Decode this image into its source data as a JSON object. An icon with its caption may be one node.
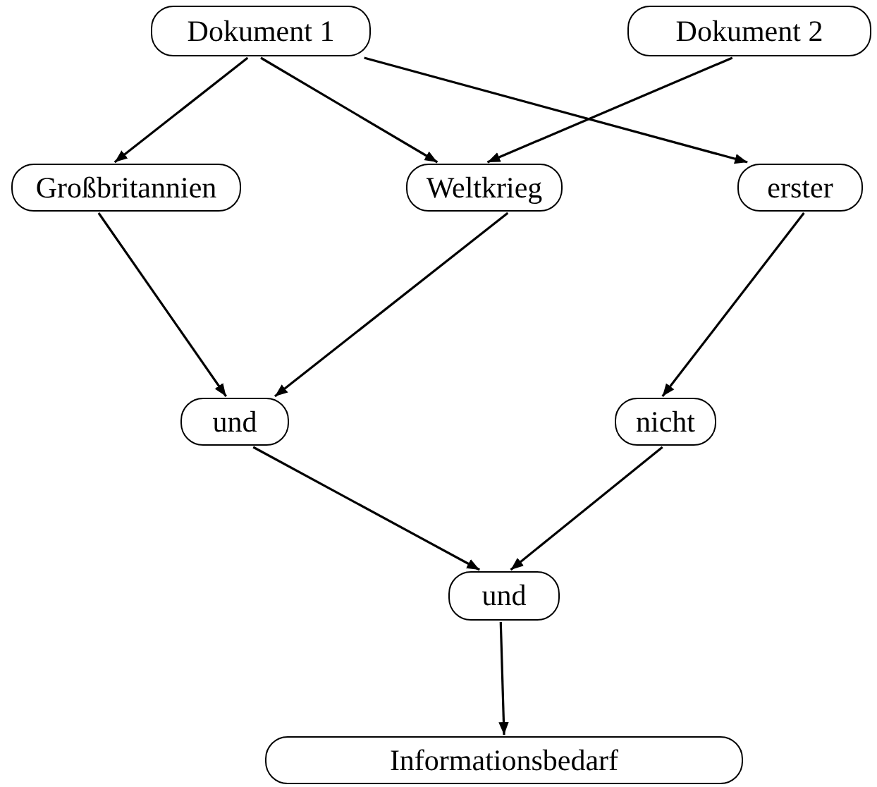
{
  "diagram": {
    "nodes": [
      {
        "text": [
          "Dokument 1"
        ]
      },
      {
        "text": [
          "Dokument 2"
        ]
      },
      {
        "text": [
          "Großbritannien"
        ]
      },
      {
        "text": [
          "Weltkrieg"
        ]
      },
      {
        "text": [
          "erster"
        ]
      },
      {
        "text": [
          "und"
        ]
      },
      {
        "text": [
          "nicht"
        ]
      },
      {
        "text": [
          "und"
        ]
      },
      {
        "text": [
          "Informationsbedarf"
        ]
      }
    ],
    "edges": [
      {
        "from": 0,
        "to": 2,
        "arrow": "to"
      },
      {
        "from": 0,
        "to": 3,
        "arrow": "to"
      },
      {
        "from": 0,
        "to": 4,
        "arrow": "to"
      },
      {
        "from": 1,
        "to": 3,
        "arrow": "to"
      },
      {
        "from": 2,
        "to": 5,
        "arrow": "to"
      },
      {
        "from": 3,
        "to": 5,
        "arrow": "to"
      },
      {
        "from": 4,
        "to": 6,
        "arrow": "to"
      },
      {
        "from": 5,
        "to": 7,
        "arrow": "to"
      },
      {
        "from": 6,
        "to": 7,
        "arrow": "to"
      },
      {
        "from": 7,
        "to": 8,
        "arrow": "to"
      }
    ]
  }
}
